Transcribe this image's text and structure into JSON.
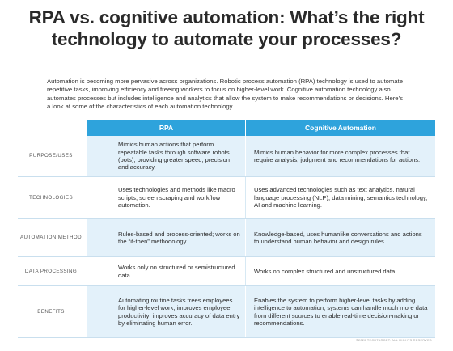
{
  "title": "RPA vs. cognitive automation: What’s the right technology to automate your processes?",
  "intro": "Automation is becoming more pervasive across organizations. Robotic process automation (RPA) technology is used to automate repetitive tasks, improving efficiency and freeing workers to focus on higher-level work. Cognitive automation technology also automates processes but includes intelligence and analytics that allow the system to make recommendations or decisions. Here’s a look at some of the characteristics of each automation technology.",
  "table": {
    "headers": [
      "RPA",
      "Cognitive Automation"
    ],
    "rows": [
      {
        "label": "Purpose/Uses",
        "rpa": "Mimics human actions that perform repeatable tasks through software robots (bots), providing greater speed, precision and accuracy.",
        "cognitive": "Mimics human behavior for more complex processes that require analysis, judgment and recommendations for actions."
      },
      {
        "label": "Technologies",
        "rpa": "Uses technologies and methods like macro scripts, screen scraping and workflow automation.",
        "cognitive": "Uses advanced technologies such as text analytics, natural language processing (NLP), data mining, semantics technology, AI and machine learning."
      },
      {
        "label": "Automation method",
        "rpa": "Rules-based and process-oriented; works on the “if-then” methodology.",
        "cognitive": "Knowledge-based, uses humanlike conversations and actions to understand human behavior and design rules."
      },
      {
        "label": "Data processing",
        "rpa": "Works only on structured or semistructured data.",
        "cognitive": "Works on complex structured and unstructured data."
      },
      {
        "label": "Benefits",
        "rpa": "Automating routine tasks frees employees for higher-level work; improves employee productivity; improves accuracy of data entry by eliminating human error.",
        "cognitive": "Enables the system to perform higher-level tasks by adding intelligence to automation; systems can handle much more data from different sources to enable real-time decision-making or recommendations."
      }
    ]
  },
  "credit": "©2020 TECHTARGET. ALL RIGHTS RESERVED"
}
